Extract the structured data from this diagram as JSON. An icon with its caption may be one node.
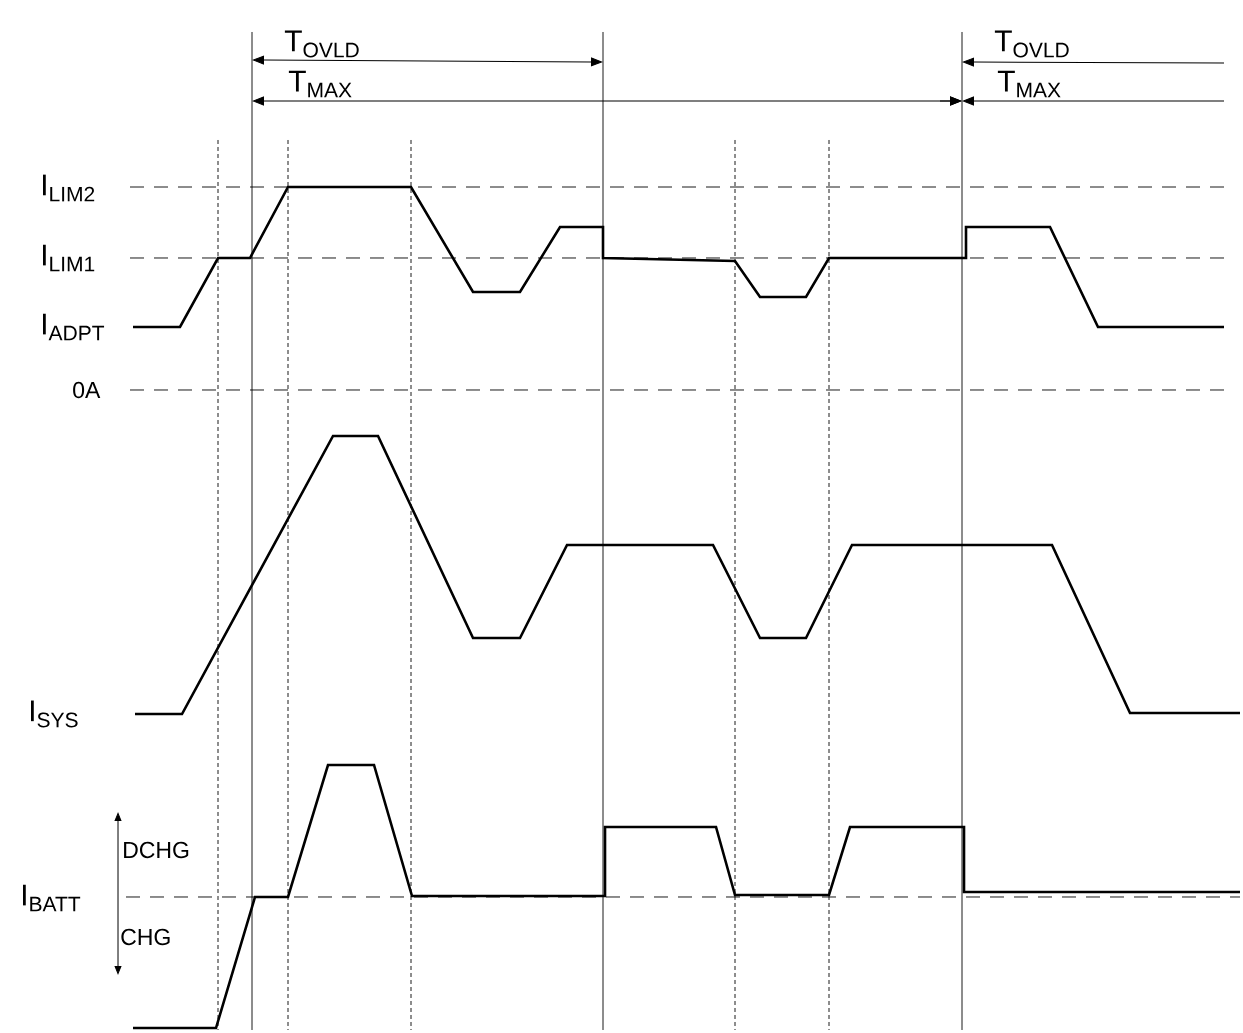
{
  "diagram": {
    "labels": [
      "T$_{OVLD}$",
      "T$_{MAX}$",
      "T$_{OVLD}$",
      "T$_{MAX}$",
      "I$_{LIM2}$",
      "I$_{LIM1}$",
      "I$_{ADPT}$",
      "0A",
      "I$_{SYS}$",
      "DCHG",
      "I$_{BATT}$",
      "CHG"
    ]
  }
}
